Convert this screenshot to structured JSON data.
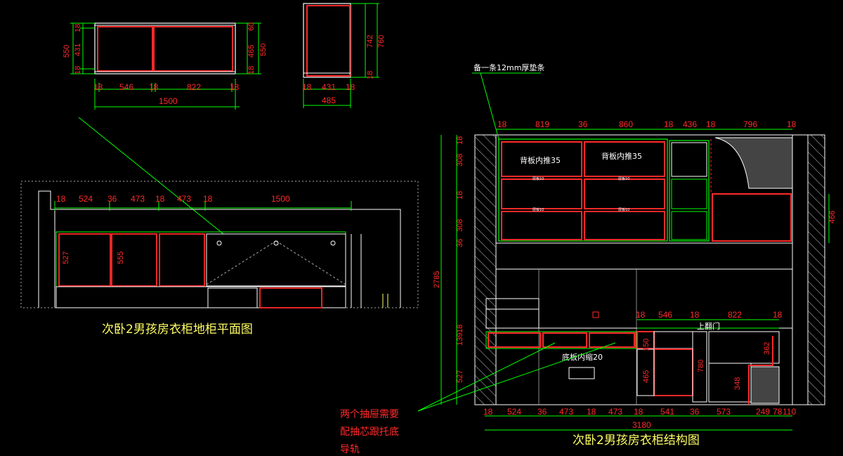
{
  "top_plan": {
    "bottom_dims": [
      "18",
      "546",
      "18",
      "822",
      "18"
    ],
    "total": "1500",
    "left_outer": "550",
    "left_inner": [
      "18",
      "431",
      "18"
    ],
    "right_inner": [
      "60",
      "465",
      "18"
    ],
    "right_outer": "550"
  },
  "side_section": {
    "bottom_dims": [
      "18",
      "431",
      "18"
    ],
    "total": "485",
    "right_dims": [
      "742",
      "18"
    ],
    "right_outer": "760"
  },
  "floor_plan": {
    "dims": [
      "18",
      "524",
      "36",
      "473",
      "18",
      "473",
      "18",
      "1500"
    ],
    "depth_dims": [
      "527",
      "555"
    ],
    "title": "次卧2男孩房衣柜地柜平面图"
  },
  "elevation": {
    "top_dims": [
      "18",
      "819",
      "36",
      "860",
      "18",
      "436",
      "18",
      "796",
      "18"
    ],
    "total_height": "2785",
    "left_dims": [
      "18",
      "308",
      "18",
      "308",
      "36",
      "18",
      "139",
      "527"
    ],
    "right_dim": "466",
    "mid_dims": [
      "18",
      "546",
      "18",
      "822",
      "18"
    ],
    "inner_v_dims": [
      "150",
      "465",
      "780",
      "348",
      "362"
    ],
    "bottom_dims": [
      "18",
      "524",
      "36",
      "473",
      "18",
      "473",
      "18",
      "541",
      "36",
      "573",
      "249",
      "78",
      "110"
    ],
    "total_width": "3180",
    "labels": {
      "back_panel_1": "背板内推35",
      "back_panel_2": "背板内推35",
      "shelf": "层板10",
      "upper_door": "上翻门",
      "bottom_panel": "底板内缩20"
    },
    "title": "次卧2男孩房衣柜结构图"
  },
  "annotations": {
    "strip_note": "备一条12mm厚垫条",
    "drawer_note": [
      "两个抽屉需要",
      "配抽芯跟托底",
      "导轨"
    ]
  }
}
